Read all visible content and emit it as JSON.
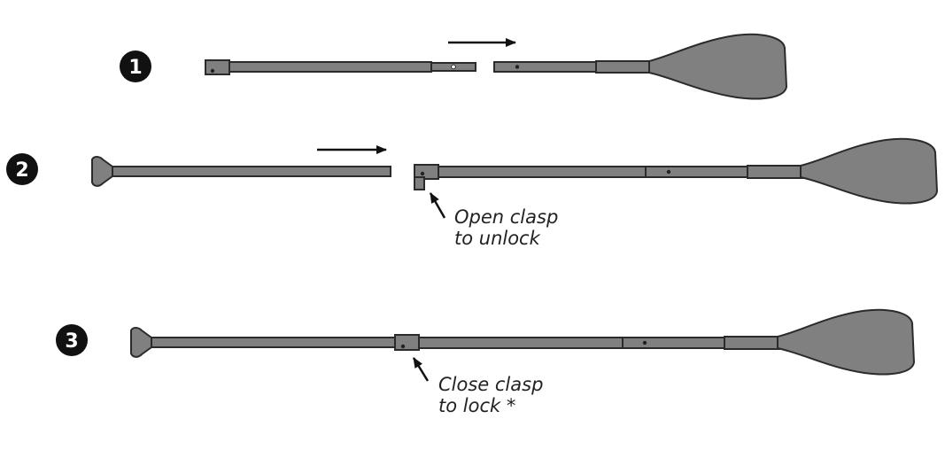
{
  "colors": {
    "paddle_fill": "#808080",
    "outline": "#2b2b2b",
    "badge": "#111111",
    "arrow": "#111111",
    "text": "#222222"
  },
  "steps": [
    {
      "number": "1"
    },
    {
      "number": "2",
      "callout": [
        "Open clasp",
        "to unlock"
      ]
    },
    {
      "number": "3",
      "callout": [
        "Close clasp",
        "to lock *"
      ]
    }
  ]
}
